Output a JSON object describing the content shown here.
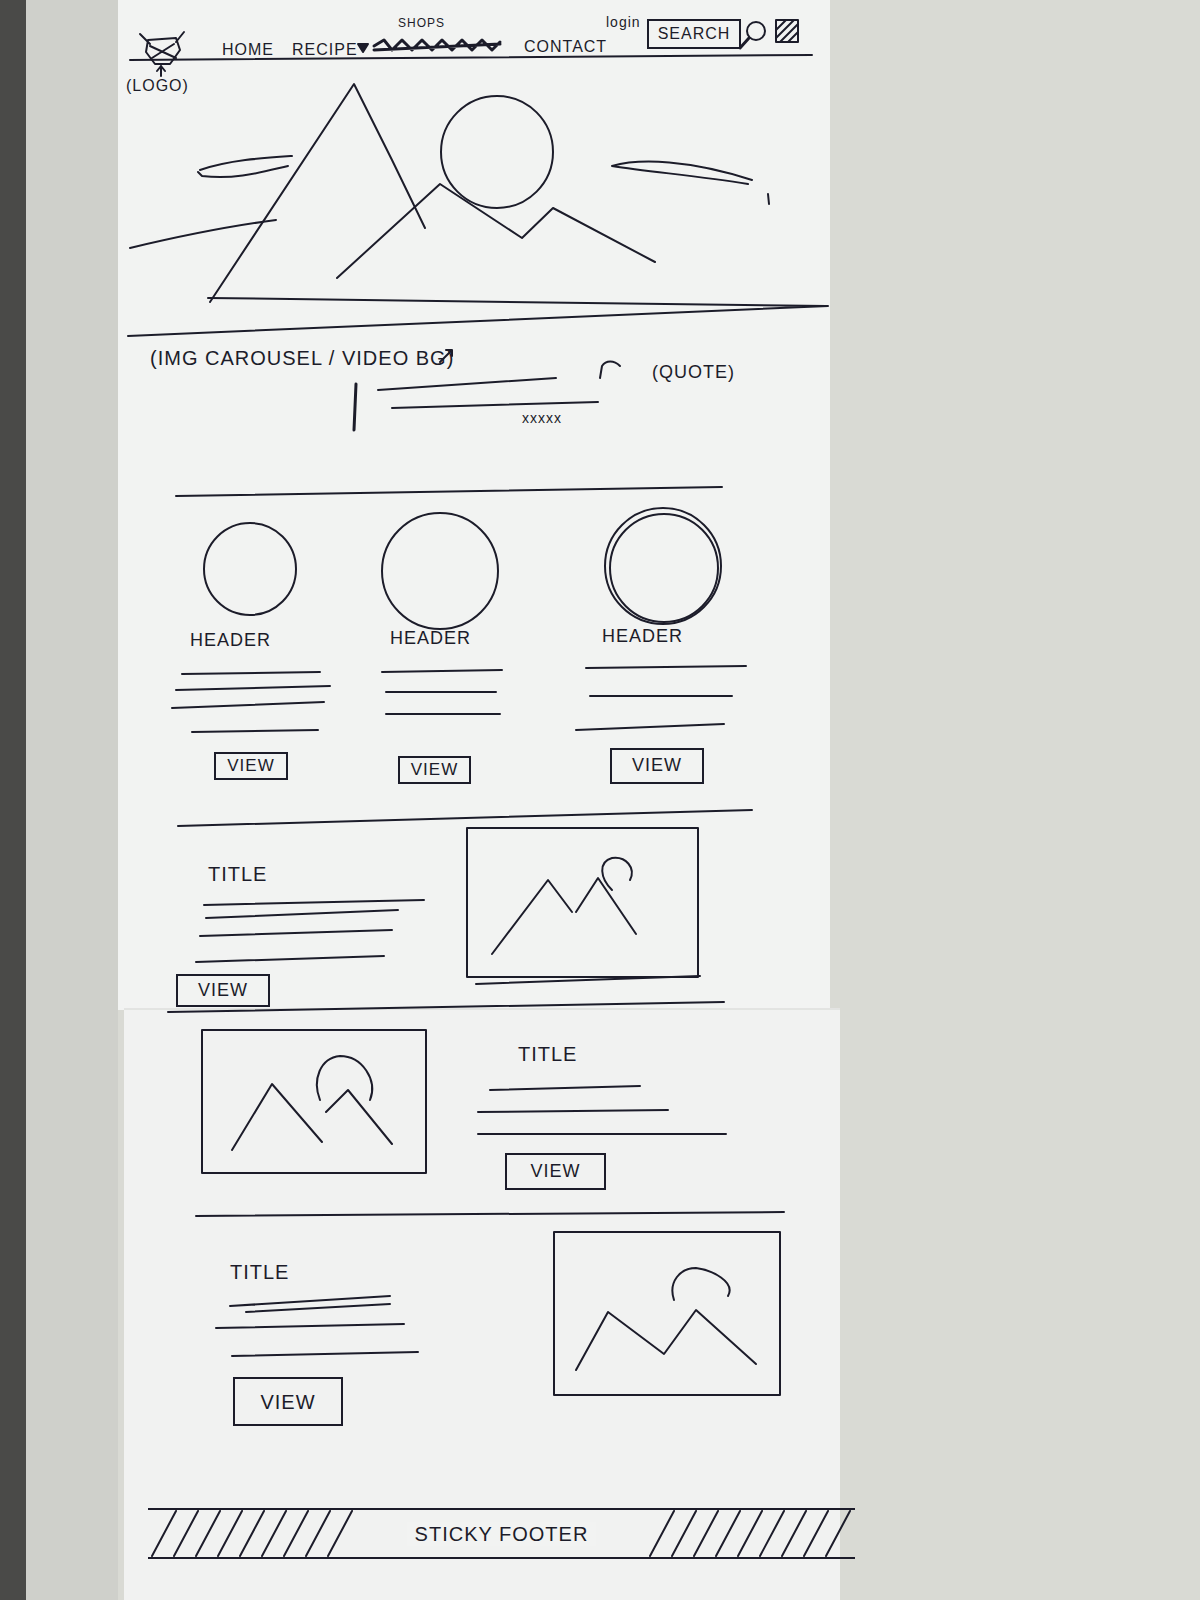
{
  "diagram": {
    "nodes": [
      {
        "text": [
          "SEARCH"
        ]
      },
      {
        "text": [
          "VIEW"
        ]
      },
      {
        "text": [
          "VIEW"
        ]
      },
      {
        "text": [
          "VIEW"
        ]
      },
      {
        "text": [
          "VIEW"
        ]
      },
      {
        "text": [
          "VIEW"
        ]
      },
      {
        "text": [
          "VIEW"
        ]
      },
      {
        "text": [
          "STICKY FOOTER"
        ]
      }
    ],
    "labels": [
      "(LOGO)",
      "HOME",
      "RECIPE",
      "SHOPS",
      "CONTACT",
      "login",
      "(IMG CAROUSEL / VIDEO BG)",
      "(QUOTE)",
      "xxxxx",
      "HEADER",
      "HEADER",
      "HEADER",
      "TITLE",
      "TITLE",
      "TITLE"
    ]
  }
}
